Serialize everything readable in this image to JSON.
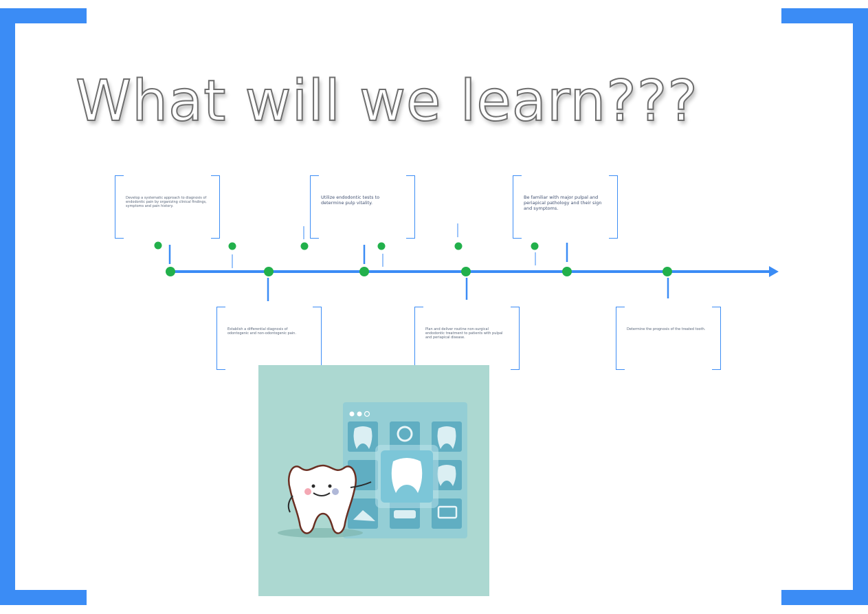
{
  "title": "What will we learn???",
  "timeline": {
    "steps": [
      "Develop a systematic approach to diagnosis of endodontic pain by organizing clinical findings, symptoms and pain history.",
      "Establish a differential diagnosis of odontogenic and non-odontogenic pain.",
      "Utilize endodontic tests to determine pulp vitality.",
      "Plan and deliver routine non-surgical endodontic treatment to patients with pulpal and periapical disease.",
      "Be familiar with major pulpal and periapical pathology and their sign and symptoms.",
      "Determine the prognosis of the treated tooth."
    ]
  },
  "colors": {
    "accent": "#3b8cf5",
    "node": "#22b04b",
    "illustration_bg": "#acd8d1"
  },
  "illustration": {
    "subject": "tooth-mascot-dental-app-illustration"
  }
}
